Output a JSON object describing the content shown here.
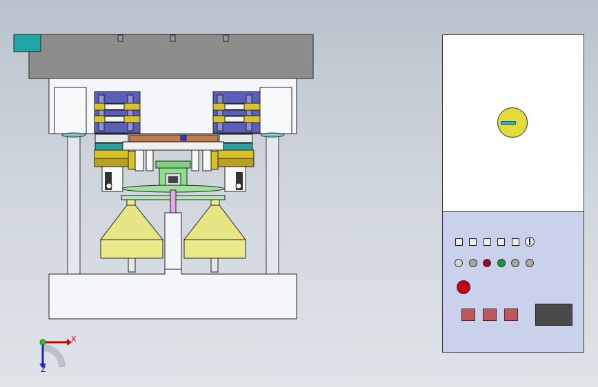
{
  "axis_triad": {
    "x_label": "X",
    "z_label": "Z"
  },
  "control_panel": {
    "dial": {
      "name": "selector-dial"
    },
    "switches": [
      {
        "name": "panel-switch-1"
      },
      {
        "name": "panel-switch-2"
      },
      {
        "name": "panel-switch-3"
      },
      {
        "name": "panel-switch-4"
      },
      {
        "name": "panel-switch-5"
      }
    ],
    "rotary": {
      "name": "rotary-switch"
    },
    "lamps": [
      {
        "name": "lamp-1",
        "color": "#d6d6d6"
      },
      {
        "name": "lamp-2",
        "color": "#a8a8a8"
      },
      {
        "name": "lamp-3",
        "color": "#a00020"
      },
      {
        "name": "lamp-4",
        "color": "#0a9a3a"
      },
      {
        "name": "lamp-5",
        "color": "#a8a8a8"
      },
      {
        "name": "lamp-6",
        "color": "#a8a8a8"
      }
    ],
    "emergency_stop": {
      "color": "#c0001a"
    },
    "buttons": [
      {
        "name": "panel-button-1",
        "color": "#c0575d"
      },
      {
        "name": "panel-button-2",
        "color": "#c0575d"
      },
      {
        "name": "panel-button-3",
        "color": "#c0575d"
      }
    ],
    "display": {
      "color": "#4a4a4a"
    }
  },
  "colors": {
    "top_plate": "#8c8c8c",
    "cyan_block": "#20a6a6",
    "frame": "#f3f5f8",
    "hopper": "#e8e884",
    "accent_blue": "#5a5ab4",
    "accent_yellow": "#d4c020",
    "panel_lower": "#c9d2ea"
  }
}
